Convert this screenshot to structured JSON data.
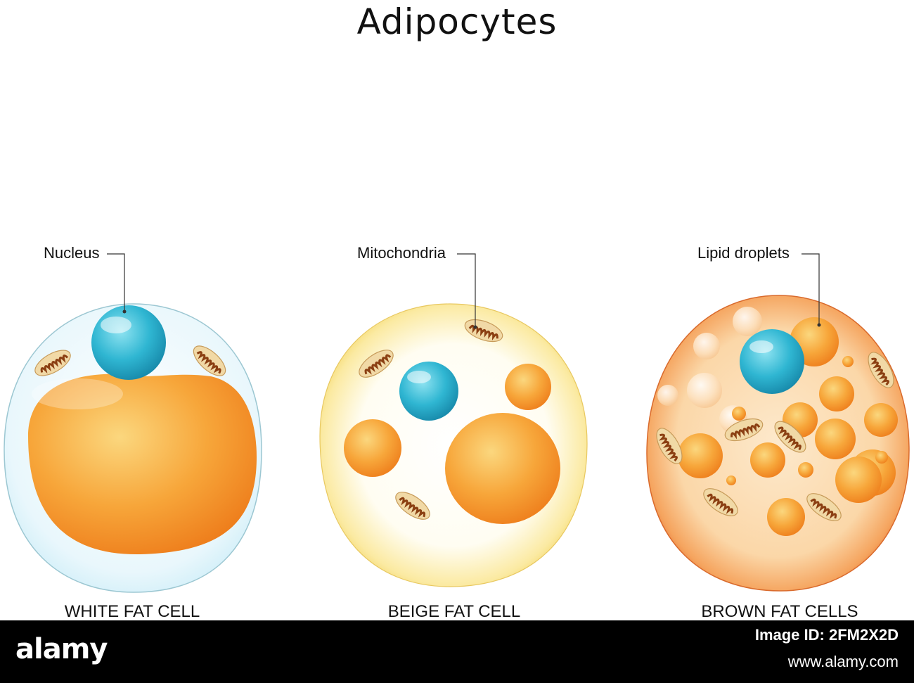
{
  "title": "Adipocytes",
  "labels": {
    "nucleus": "Nucleus",
    "mitochondria": "Mitochondria",
    "lipid_droplets": "Lipid droplets"
  },
  "cells": [
    {
      "name": "WHITE FAT CELL"
    },
    {
      "name": "BEIGE FAT CELL"
    },
    {
      "name": "BROWN FAT CELLS"
    }
  ],
  "footer": {
    "brand": "alamy",
    "image_id": "Image ID: 2FM2X2D",
    "url": "www.alamy.com"
  },
  "colors": {
    "white_cell_fill": "#e6f6fb",
    "beige_cell_fill": "#fbefb0",
    "brown_cell_fill": "#f7b97a",
    "lipid": "#f7a42c",
    "nucleus": "#2bb3cf",
    "mitochondria": "#a0561c"
  }
}
